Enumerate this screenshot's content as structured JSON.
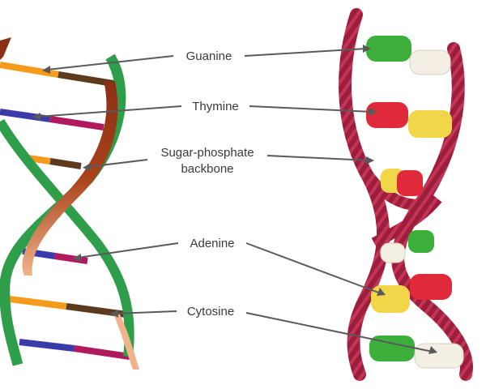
{
  "labels": {
    "guanine": "Guanine",
    "thymine": "Thymine",
    "backbone_line1": "Sugar-phosphate",
    "backbone_line2": "backbone",
    "adenine": "Adenine",
    "cytosine": "Cytosine"
  },
  "colors": {
    "guanine": "#5c3a1e",
    "cytosine": "#f59a1b",
    "thymine": "#b0195d",
    "adenine": "#3a3aa8",
    "strand_green": "#2f9e4a",
    "strand_brown": "#9a3d1c",
    "licorice": "#9c1d3c",
    "gummy_green": "#3cae3a",
    "gummy_red": "#e02a3a",
    "gummy_yellow": "#f0d648",
    "gummy_clear": "#f3efe4",
    "leader_line": "#5a5a5a",
    "label_text": "#3a3a3a"
  }
}
